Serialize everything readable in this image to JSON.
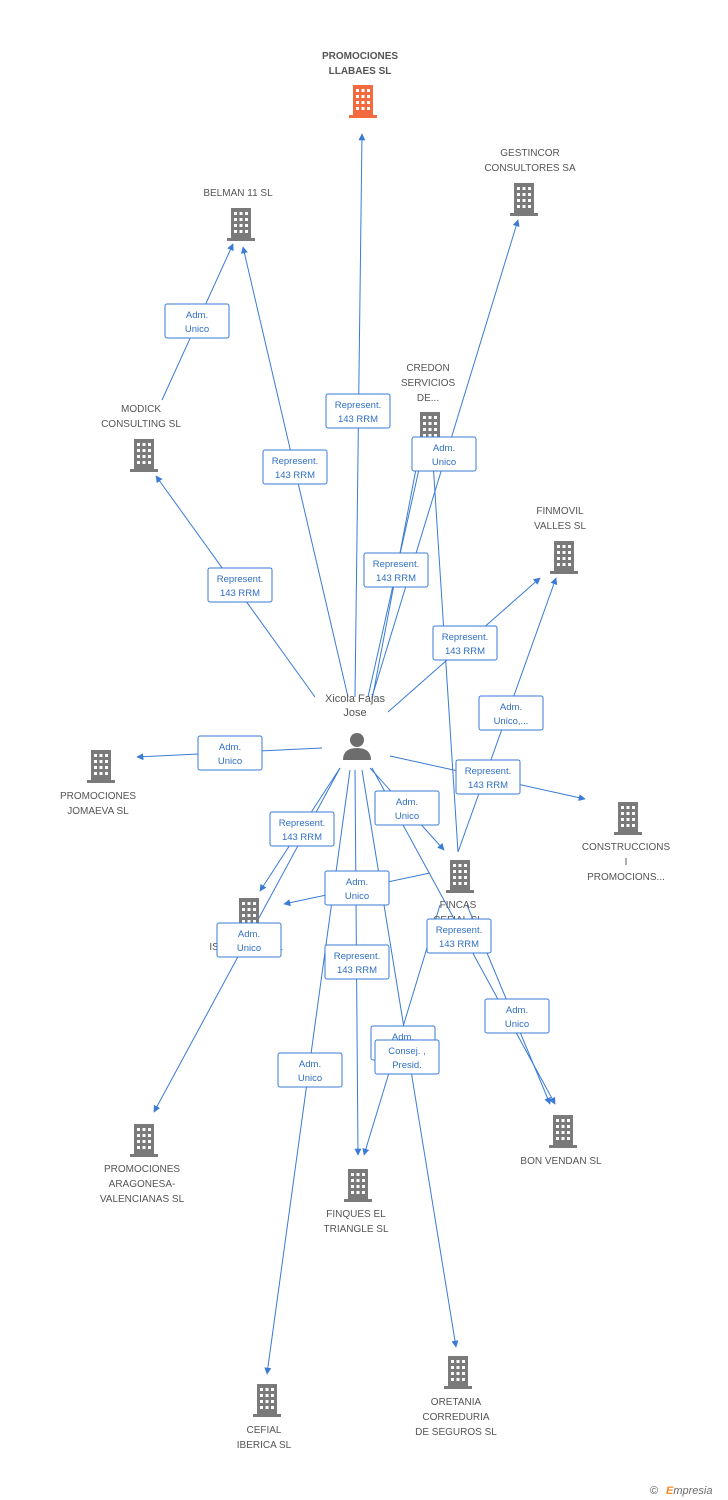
{
  "colors": {
    "edge": "#3a7bd5",
    "building": "#7a7a7a",
    "main_building": "#f26a3d",
    "person": "#6d6d6d"
  },
  "person": {
    "label_lines": [
      "Xicola Fajas",
      "Jose"
    ],
    "icon": "person-icon"
  },
  "companies": [
    {
      "id": "promociones-llabaes",
      "label_lines": [
        "PROMOCIONES",
        "LLABAES SL"
      ],
      "main": true,
      "icon": "building-icon"
    },
    {
      "id": "belman",
      "label_lines": [
        "BELMAN 11 SL"
      ],
      "icon": "building-icon"
    },
    {
      "id": "gestincor",
      "label_lines": [
        "GESTINCOR",
        "CONSULTORES SA"
      ],
      "icon": "building-icon"
    },
    {
      "id": "modick",
      "label_lines": [
        "MODICK",
        "CONSULTING SL"
      ],
      "icon": "building-icon"
    },
    {
      "id": "credon",
      "label_lines": [
        "CREDON",
        "SERVICIOS",
        "DE..."
      ],
      "icon": "building-icon"
    },
    {
      "id": "finmovil",
      "label_lines": [
        "FINMOVIL",
        "VALLES SL"
      ],
      "icon": "building-icon"
    },
    {
      "id": "jomaeva",
      "label_lines": [
        "PROMOCIONES",
        "JOMAEVA SL"
      ],
      "icon": "building-icon"
    },
    {
      "id": "construccions",
      "label_lines": [
        "CONSTRUCCIONS",
        "I",
        "PROMOCIONS..."
      ],
      "icon": "building-icon"
    },
    {
      "id": "fincas",
      "label_lines": [
        "FINCAS",
        "CEFIAL SL"
      ],
      "icon": "building-icon"
    },
    {
      "id": "isprin",
      "label_lines": [
        "ISPRIN 2000 SL"
      ],
      "icon": "building-icon"
    },
    {
      "id": "aragonesa",
      "label_lines": [
        "PROMOCIONES",
        "ARAGONESA-",
        "VALENCIANAS SL"
      ],
      "icon": "building-icon"
    },
    {
      "id": "finques",
      "label_lines": [
        "FINQUES EL",
        "TRIANGLE SL"
      ],
      "icon": "building-icon"
    },
    {
      "id": "bonvendan",
      "label_lines": [
        "BON VENDAN SL"
      ],
      "icon": "building-icon"
    },
    {
      "id": "cefial-iberica",
      "label_lines": [
        "CEFIAL",
        "IBERICA SL"
      ],
      "icon": "building-icon"
    },
    {
      "id": "oretania",
      "label_lines": [
        "ORETANIA",
        "CORREDURIA",
        "DE SEGUROS SL"
      ],
      "icon": "building-icon"
    }
  ],
  "relations": [
    {
      "id": "rel-llabaes",
      "label_lines": [
        "Represent.",
        "143 RRM"
      ]
    },
    {
      "id": "rel-belman-person",
      "label_lines": [
        "Represent.",
        "143 RRM"
      ]
    },
    {
      "id": "rel-modick-belman",
      "label_lines": [
        "Adm.",
        "Unico"
      ]
    },
    {
      "id": "rel-modick",
      "label_lines": [
        "Represent.",
        "143 RRM"
      ]
    },
    {
      "id": "rel-credon",
      "label_lines": [
        "Adm.",
        "Unico"
      ]
    },
    {
      "id": "rel-gestincor",
      "label_lines": [
        "Represent.",
        "143 RRM"
      ]
    },
    {
      "id": "rel-finmovil",
      "label_lines": [
        "Represent.",
        "143 RRM"
      ]
    },
    {
      "id": "rel-fincas-finmovil",
      "label_lines": [
        "Adm.",
        "Unico,..."
      ]
    },
    {
      "id": "rel-jomaeva",
      "label_lines": [
        "Adm.",
        "Unico"
      ]
    },
    {
      "id": "rel-construccions",
      "label_lines": [
        "Represent.",
        "143 RRM"
      ]
    },
    {
      "id": "rel-fincas",
      "label_lines": [
        "Adm.",
        "Unico"
      ]
    },
    {
      "id": "rel-isprin",
      "label_lines": [
        "Represent.",
        "143 RRM"
      ]
    },
    {
      "id": "rel-fincas-isprin",
      "label_lines": [
        "Adm.",
        "Unico"
      ]
    },
    {
      "id": "rel-aragonesa",
      "label_lines": [
        "Adm.",
        "Unico"
      ]
    },
    {
      "id": "rel-finques",
      "label_lines": [
        "Represent.",
        "143 RRM"
      ]
    },
    {
      "id": "rel-bonvendan",
      "label_lines": [
        "Represent.",
        "143 RRM"
      ]
    },
    {
      "id": "rel-fincas-bonvendan",
      "label_lines": [
        "Adm.",
        "Unico"
      ]
    },
    {
      "id": "rel-finques-fincas",
      "label_lines": [
        "Adm.",
        "Unico"
      ]
    },
    {
      "id": "rel-oretania",
      "label_lines": [
        "Consej. ,",
        "Presid."
      ]
    },
    {
      "id": "rel-cefial",
      "label_lines": [
        "Adm.",
        "Unico"
      ]
    }
  ],
  "footer": {
    "copyright_symbol": "©",
    "brand_initial": "E",
    "brand_rest": "mpresia"
  }
}
